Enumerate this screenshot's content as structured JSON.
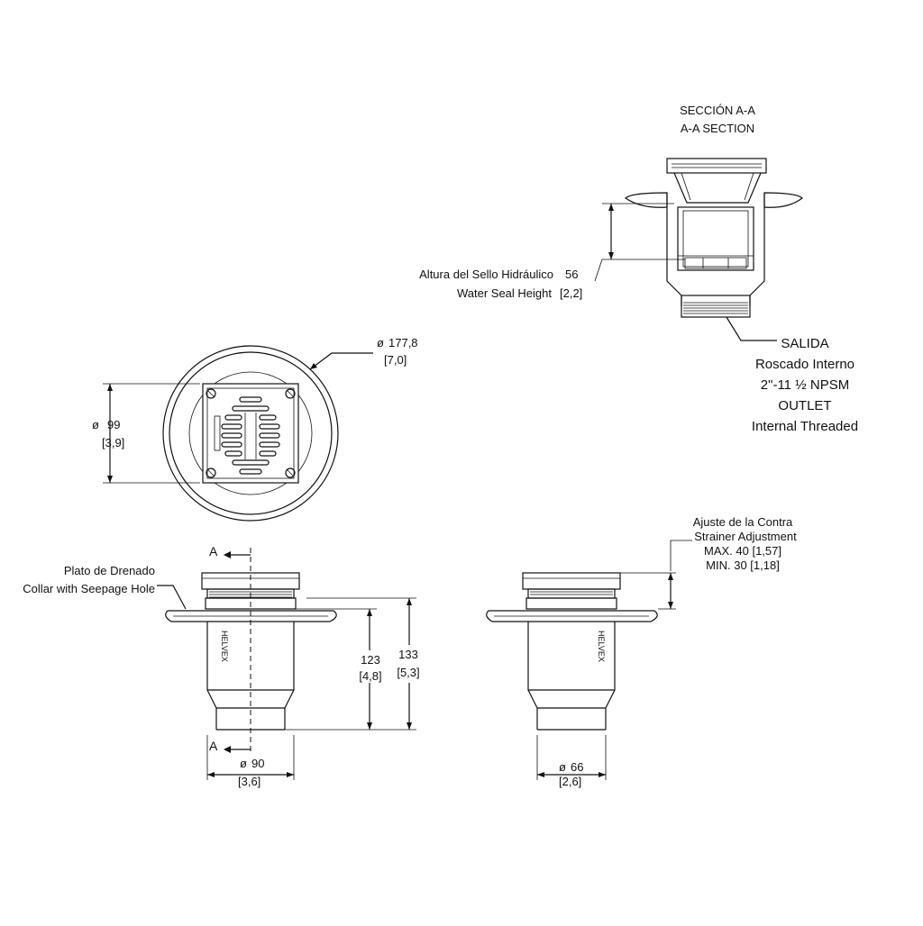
{
  "section": {
    "title_es": "SECCIÓN A-A",
    "title_en": "A-A SECTION",
    "seal_label_es": "Altura del Sello Hidráulico",
    "seal_label_en": "Water Seal Height",
    "seal_mm": "56",
    "seal_in": "[2,2]",
    "outlet_es_1": "SALIDA",
    "outlet_es_2": "Roscado Interno",
    "outlet_spec": "2\"-11 ½ NPSM",
    "outlet_en_1": "OUTLET",
    "outlet_en_2": "Internal Threaded"
  },
  "top_view": {
    "outer_dia_mm": "177,8",
    "outer_dia_in": "[7,0]",
    "grate_mm": "99",
    "grate_in": "[3,9]",
    "dia_symbol": "ø"
  },
  "front_view": {
    "collar_es": "Plato de Drenado",
    "collar_en": "Collar with Seepage Hole",
    "section_mark": "A",
    "h1_mm": "123",
    "h1_in": "[4,8]",
    "h2_mm": "133",
    "h2_in": "[5,3]",
    "body_dia_mm": "90",
    "body_dia_in": "[3,6]"
  },
  "side_view": {
    "adj_es": "Ajuste de la Contra",
    "adj_en": "Strainer Adjustment",
    "adj_max": "MAX. 40 [1,57]",
    "adj_min": "MIN. 30 [1,18]",
    "outlet_dia_mm": "66",
    "outlet_dia_in": "[2,6]"
  },
  "brand_vertical": "HELVEX"
}
